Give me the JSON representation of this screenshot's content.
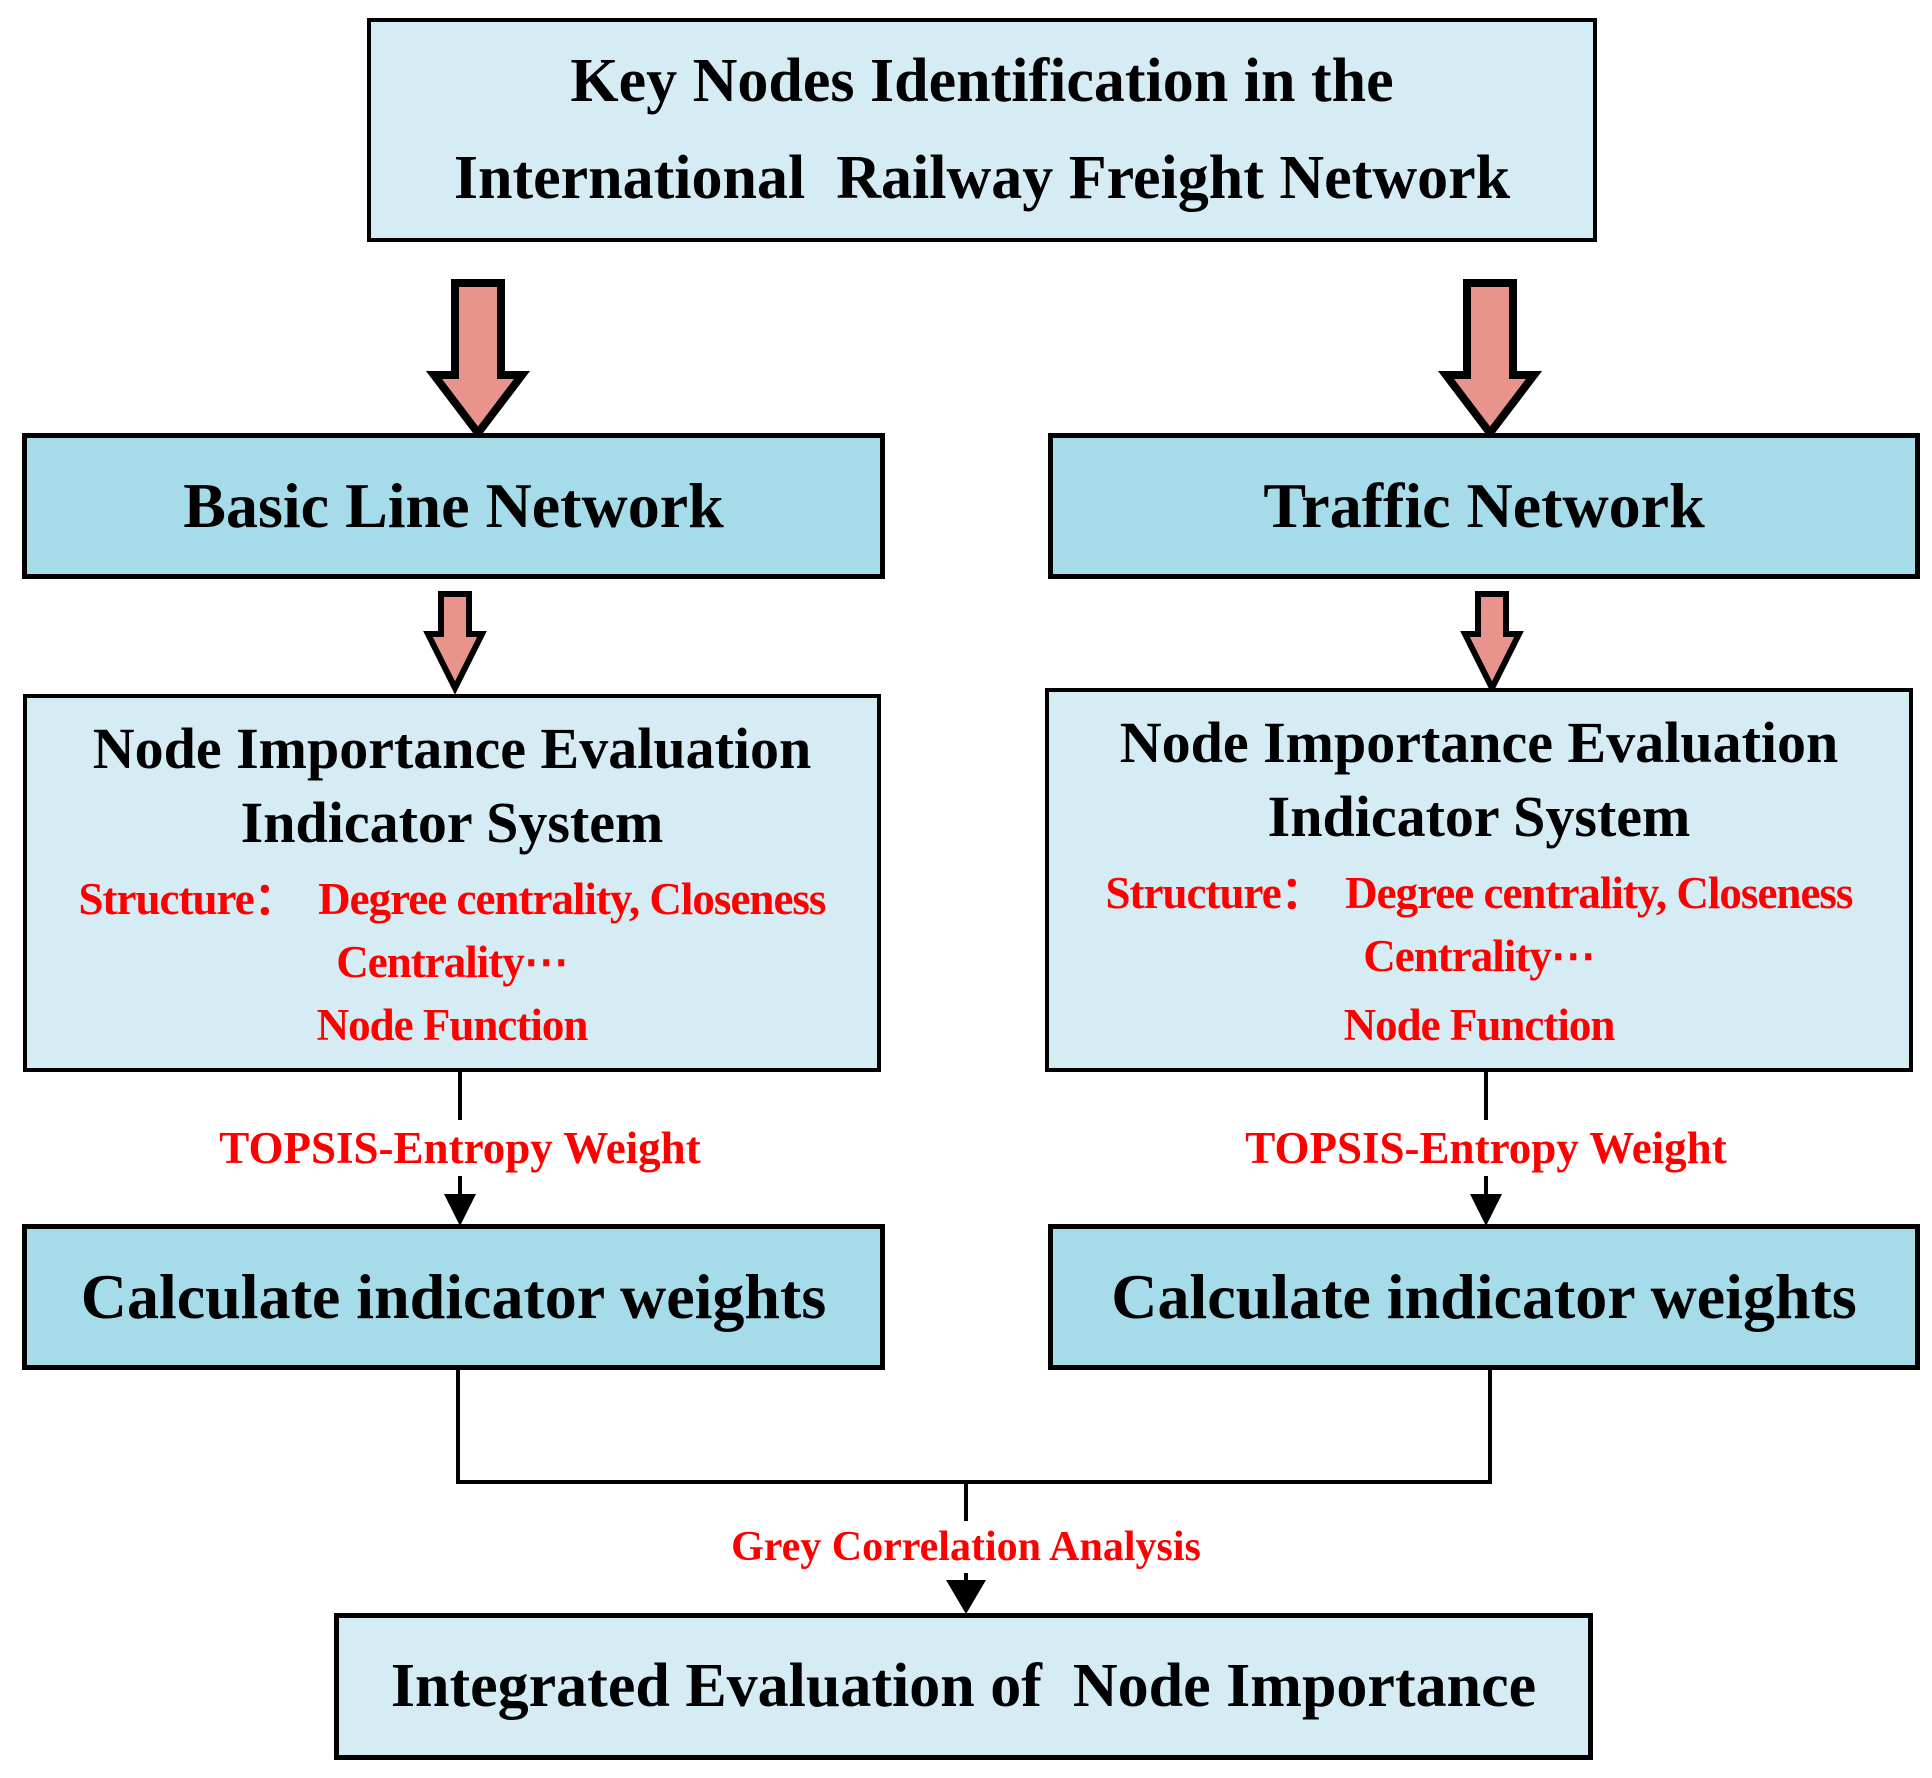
{
  "colors": {
    "box_light_blue": "#d6ecf4",
    "box_cyan": "#a6dce9",
    "arrow_fill": "#e9938d",
    "outline": "#000000",
    "red_text": "#ff0000"
  },
  "title_box": {
    "line1": "Key Nodes Identification in the",
    "line2": "International  Railway Freight Network"
  },
  "network_boxes": {
    "left": "Basic Line Network",
    "right": "Traffic Network"
  },
  "indicator_box_left": {
    "heading_line1": "Node Importance Evaluation",
    "heading_line2": "Indicator System",
    "structure_line": "Structure：  Degree centrality, Closeness",
    "centrality_line": "Centrality⋯",
    "function_line": "Node Function"
  },
  "indicator_box_right": {
    "heading_line1": "Node Importance Evaluation",
    "heading_line2": "Indicator System",
    "structure_line": "Structure：  Degree centrality, Closeness",
    "centrality_line": "Centrality⋯",
    "function_line": "Node Function"
  },
  "flow_labels": {
    "topsis_left": "TOPSIS-Entropy Weight",
    "topsis_right": "TOPSIS-Entropy Weight",
    "grey_correlation": "Grey Correlation Analysis"
  },
  "weight_boxes": {
    "left": "Calculate indicator weights",
    "right": "Calculate indicator weights"
  },
  "bottom_box": {
    "text": "Integrated Evaluation of  Node Importance"
  }
}
